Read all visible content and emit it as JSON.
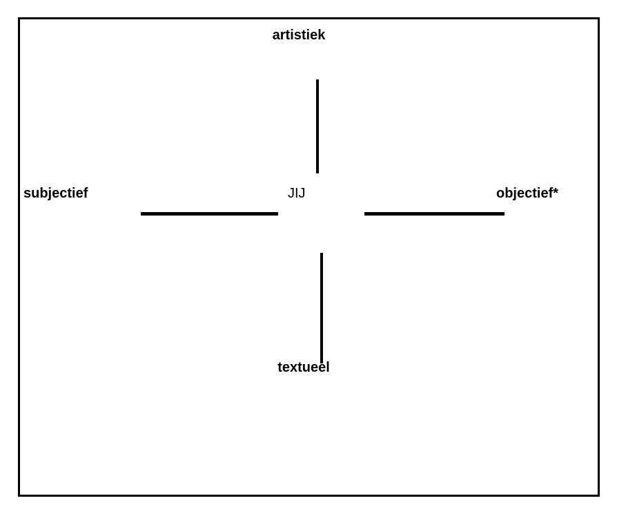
{
  "diagram": {
    "type": "axis-cross",
    "title_text": "",
    "background_color": "#ffffff",
    "stroke_color": "#000000",
    "border_color": "#000000",
    "center_label": "JIJ",
    "axes": [
      {
        "name": "vertical",
        "positive_pole": "artistiek",
        "negative_pole": "textueel"
      },
      {
        "name": "horizontal",
        "positive_pole": "subjectief",
        "negative_pole": "objectief*"
      }
    ],
    "labels": {
      "top": "artistiek",
      "bottom": "textueel",
      "left": "subjectief",
      "right": "objectief*",
      "center": "JIJ"
    }
  }
}
